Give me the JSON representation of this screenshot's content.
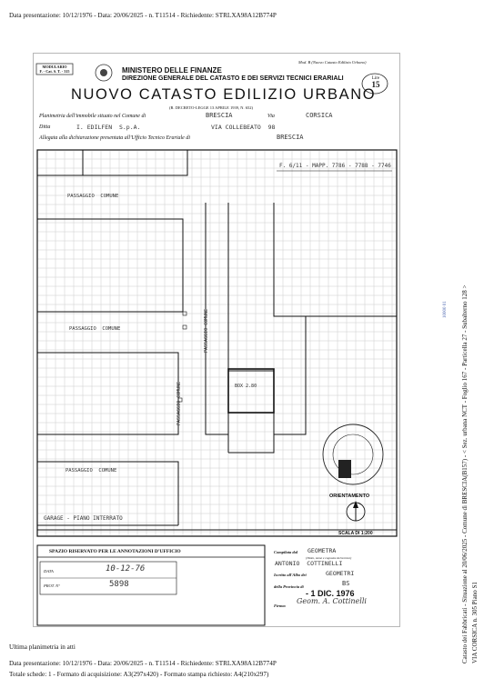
{
  "header_top": "Data presentazione: 10/12/1976 - Data: 20/06/2025 - n. T11514 - Richiedente: STRLXA98A12B774P",
  "form": {
    "model_code": "MODULARIO",
    "model_sub": "F. - Cat. S. T. - 315",
    "mod_ref": "Mod. B (Nuovo Catasto Edilizio Urbano)",
    "ministry": "MINISTERO DELLE FINANZE",
    "direction": "DIREZIONE GENERALE DEL CATASTO E DEI SERVIZI TECNICI ERARIALI",
    "title": "NUOVO CATASTO EDILIZIO URBANO",
    "decree": "(R. DECRETO-LEGGE 13 APRILE 1939, N. 652)",
    "stamp_label": "Lire",
    "stamp_value": "15",
    "planimetria_label": "Planimetria dell'immobile situato nel Comune di",
    "comune": "BRESCIA",
    "via_label": "Via",
    "via": "CORSICA",
    "ditta_label": "Ditta",
    "ditta": "I. EDILFEN  S.p.A.",
    "ditta_via": "VIA COLLEBEATO  98",
    "allegata_label": "Allegata alla dichiarazione presentata all'Ufficio Tecnico Erariale di",
    "allegata_city": "BRESCIA"
  },
  "plan": {
    "ref_code": "F. 6/11 - MAPP. 7786 - 7788 - 7746",
    "passage_1": "PASSAGGIO  COMUNE",
    "passage_2": "PASSAGGIO  COMUNE",
    "passage_3": "PASSAGGIO  COMUNE",
    "passage_vert_1": "PASSAGGIO COMUNE",
    "passage_vert_2": "PASSAGGIO COMUNE",
    "box_label": "BOX 2.80",
    "garage": "GARAGE - PIANO INTERRATO",
    "orientation": "ORIENTAMENTO",
    "scale": "SCALA DI 1:200"
  },
  "office": {
    "heading": "SPAZIO RISERVATO PER LE ANNOTAZIONI D'UFFICIO",
    "data_label": "DATA",
    "data_value": "10-12-76",
    "prot_label": "PROT. N°",
    "prot_value": "5898"
  },
  "compiler": {
    "compilata_label": "Compilata dal",
    "compilata_value": "GEOMETRA",
    "compilata_sub": "(Titolo, nome e cognome del tecnico)",
    "name": "ANTONIO  COTTINELLI",
    "iscritto_label": "Iscritto all'Albo dei",
    "iscritto_value": "GEOMETRI",
    "provincia_label": "della Provincia di",
    "provincia_value": "BS",
    "date_stamp": "- 1 DIC. 1976",
    "firma_label": "Firma:",
    "firma_value": "Geom. A. Cottinelli"
  },
  "side_text": "Catasto dei Fabbricati - Situazione al 20/06/2025 - Comune di BRESCIA(B157) - < Sez. urbana NCT - Foglio 167 - Particella 27 - Subalterno 128 >",
  "side_text_2": "VIA CORSICA n. 305 Piano S1",
  "side_stamp": "10000 01",
  "footer_note": "Ultima planimetria in atti",
  "footer_1": "Data presentazione: 10/12/1976 - Data: 20/06/2025 - n. T11514 - Richiedente: STRLXA98A12B774P",
  "footer_2": "Totale schede: 1 - Formato di acquisizione: A3(297x420)  - Formato stampa richiesto: A4(210x297)"
}
